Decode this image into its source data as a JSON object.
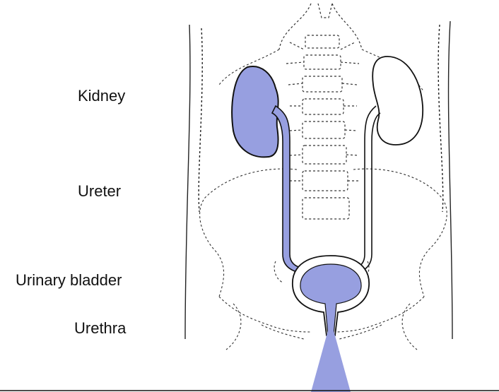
{
  "labels": {
    "kidney": "Kidney",
    "ureter": "Ureter",
    "bladder": "Urinary bladder",
    "urethra": "Urethra"
  },
  "colors": {
    "organ_fill": "#979fe0",
    "outline": "#111111",
    "dashed": "#333333",
    "background": "#ffffff"
  },
  "icons": {
    "kidney_shape": "kidney-icon",
    "bladder_shape": "bladder-icon"
  }
}
